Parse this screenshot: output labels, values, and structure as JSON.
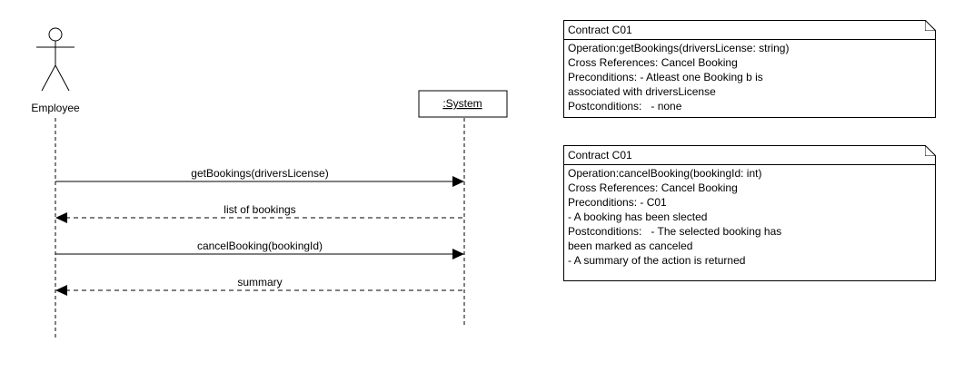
{
  "actors": {
    "employee": {
      "label": "Employee"
    },
    "system": {
      "label": ":System"
    }
  },
  "messages": [
    {
      "label": "getBookings(driversLicense)",
      "kind": "call"
    },
    {
      "label": "list of bookings",
      "kind": "return"
    },
    {
      "label": "cancelBooking(bookingId)",
      "kind": "call"
    },
    {
      "label": "summary",
      "kind": "return"
    }
  ],
  "contracts": [
    {
      "title": "Contract C01",
      "lines": [
        "Operation:getBookings(driversLicense: string)",
        "Cross References: Cancel Booking",
        "Preconditions: - Atleast one Booking b is",
        "associated with driversLicense",
        "Postconditions:   - none"
      ]
    },
    {
      "title": "Contract C01",
      "lines": [
        "Operation:cancelBooking(bookingId: int)",
        "Cross References: Cancel Booking",
        "Preconditions: - C01",
        "- A booking has been slected",
        "Postconditions:   - The selected booking has",
        "been marked as canceled",
        "- A summary of the action is returned"
      ]
    }
  ]
}
